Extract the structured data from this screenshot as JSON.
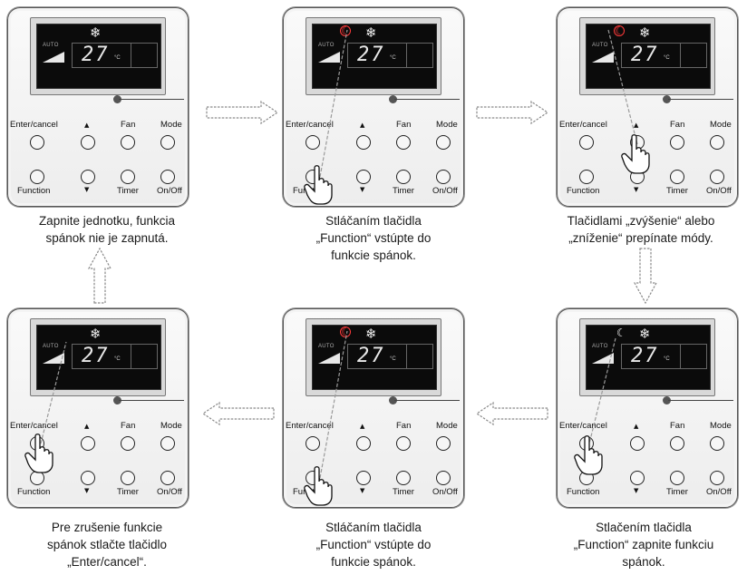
{
  "panels": [
    {
      "temp": "27",
      "unit": "°C",
      "auto": "AUTO",
      "buttons": {
        "enter": "Enter/cancel",
        "up": "▲",
        "fan": "Fan",
        "mode": "Mode",
        "function": "Function",
        "down": "▼",
        "timer": "Timer",
        "onoff": "On/Off"
      },
      "caption": [
        "Zapnite jednotku, funkcia",
        "spánok nie je zapnutá."
      ]
    },
    {
      "temp": "27",
      "unit": "°C",
      "auto": "AUTO",
      "buttons": {
        "enter": "Enter/cancel",
        "up": "▲",
        "fan": "Fan",
        "mode": "Mode",
        "function": "Function",
        "down": "▼",
        "timer": "Timer",
        "onoff": "On/Off"
      },
      "caption": [
        "Stláčaním tlačidla",
        "„Function“ vstúpte do",
        "funkcie spánok."
      ]
    },
    {
      "temp": "27",
      "unit": "°C",
      "auto": "AUTO",
      "buttons": {
        "enter": "Enter/cancel",
        "up": "▲",
        "fan": "Fan",
        "mode": "Mode",
        "function": "Function",
        "down": "▼",
        "timer": "Timer",
        "onoff": "On/Off"
      },
      "caption": [
        "Tlačidlami „zvýšenie“ alebo",
        "„zníženie“ prepínate módy."
      ]
    },
    {
      "temp": "27",
      "unit": "°C",
      "auto": "AUTO",
      "buttons": {
        "enter": "Enter/cancel",
        "up": "▲",
        "fan": "Fan",
        "mode": "Mode",
        "function": "Function",
        "down": "▼",
        "timer": "Timer",
        "onoff": "On/Off"
      },
      "caption": [
        "Pre zrušenie funkcie",
        "spánok stlačte tlačidlo",
        "„Enter/cancel“."
      ]
    },
    {
      "temp": "27",
      "unit": "°C",
      "auto": "AUTO",
      "buttons": {
        "enter": "Enter/cancel",
        "up": "▲",
        "fan": "Fan",
        "mode": "Mode",
        "function": "Function",
        "down": "▼",
        "timer": "Timer",
        "onoff": "On/Off"
      },
      "caption": [
        "Stláčaním tlačidla",
        "„Function“ vstúpte do",
        "funkcie spánok."
      ]
    },
    {
      "temp": "27",
      "unit": "°C",
      "auto": "AUTO",
      "buttons": {
        "enter": "Enter/cancel",
        "up": "▲",
        "fan": "Fan",
        "mode": "Mode",
        "function": "Function",
        "down": "▼",
        "timer": "Timer",
        "onoff": "On/Off"
      },
      "caption": [
        "Stlačením tlačidla",
        "„Function“ zapnite funkciu",
        "spánok."
      ]
    }
  ],
  "colors": {
    "moon_active": "#ff3a3a",
    "arrow": "#888888"
  }
}
